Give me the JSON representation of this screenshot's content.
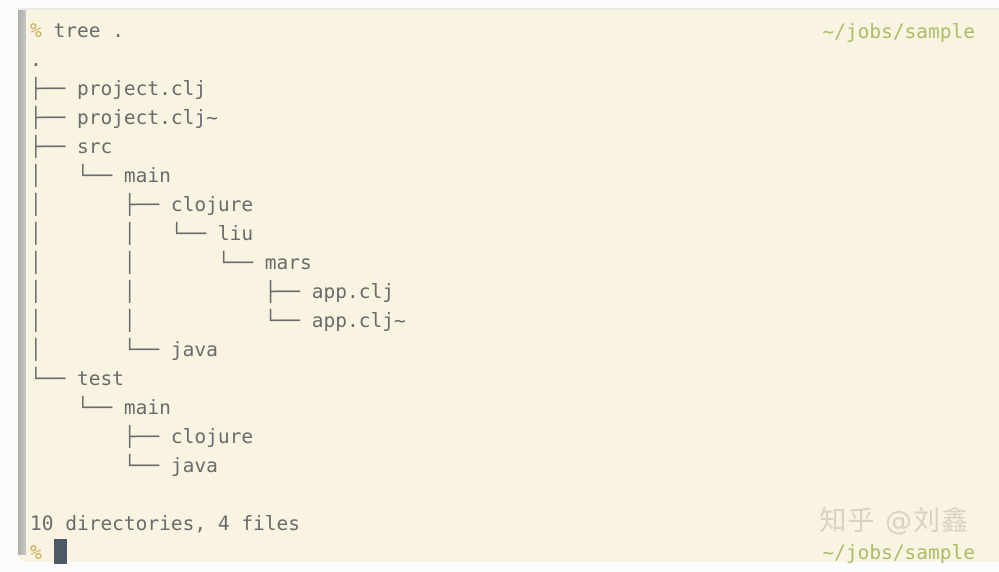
{
  "terminal": {
    "command_line": {
      "prompt": "%",
      "command": "tree ."
    },
    "path_top_right": "~/jobs/sample",
    "tree_lines": [
      ".",
      "├── project.clj",
      "├── project.clj~",
      "├── src",
      "│   └── main",
      "│       ├── clojure",
      "│       │   └── liu",
      "│       │       └── mars",
      "│       │           ├── app.clj",
      "│       │           └── app.clj~",
      "│       └── java",
      "└── test",
      "    └── main",
      "        ├── clojure",
      "        └── java"
    ],
    "summary": "10 directories, 4 files",
    "prompt_line": {
      "prompt": "%"
    },
    "path_bottom_right": "~/jobs/sample",
    "watermark": "知乎 @刘鑫",
    "colors": {
      "window_background": "#f9f3e1",
      "text": "#6b6b6b",
      "prompt": "#c8ad55",
      "path": "#abbd69",
      "cursor": "#4d5a66",
      "scrollbar": "#b7b5b1",
      "outer_background": "#fcfcfc",
      "watermark": "#d8d2c2"
    }
  }
}
